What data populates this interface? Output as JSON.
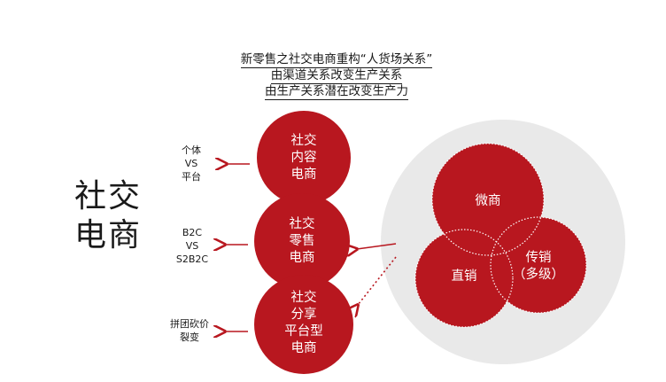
{
  "header": {
    "line1": "新零售之社交电商重构“人货场关系”",
    "line2": "由渠道关系改变生产关系",
    "line3": "由生产关系潜在改变生产力"
  },
  "title": {
    "line1": "社交",
    "line2": "电商"
  },
  "left_labels": {
    "top": [
      "个体",
      "VS",
      "平台"
    ],
    "middle": [
      "B2C",
      "VS",
      "S2B2C"
    ],
    "bottom": [
      "拼团砍价",
      "裂变"
    ]
  },
  "circles": {
    "top": [
      "社交",
      "内容",
      "电商"
    ],
    "middle": [
      "社交",
      "零售",
      "电商"
    ],
    "bottom": [
      "社交",
      "分享",
      "平台型",
      "电商"
    ]
  },
  "cluster": {
    "weishang": "微商",
    "zhixiao": "直销",
    "chuanxiao": [
      "传销",
      "（多级）"
    ]
  },
  "colors": {
    "red": "#b8171f",
    "gray_disc": "#e9e9e9",
    "text_dark": "#1a1a1a"
  }
}
